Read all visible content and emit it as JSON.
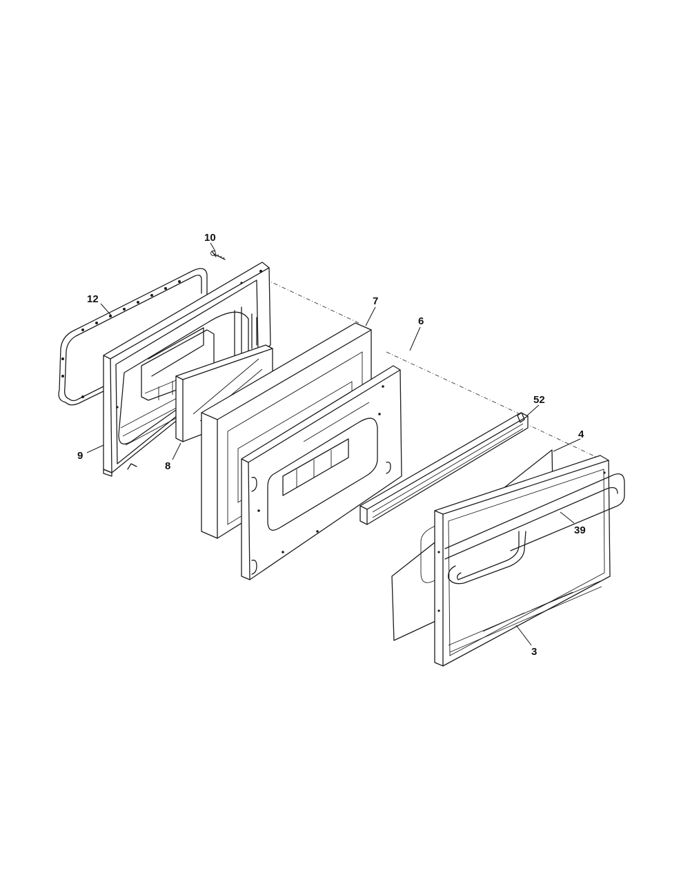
{
  "parts": [
    {
      "id": "p10",
      "label": "10",
      "name": "screw"
    },
    {
      "id": "p12",
      "label": "12",
      "name": "door-gasket"
    },
    {
      "id": "p7",
      "label": "7",
      "name": "insulation"
    },
    {
      "id": "p6",
      "label": "6",
      "name": "inner-door-panel"
    },
    {
      "id": "p52",
      "label": "52",
      "name": "door-trim-top"
    },
    {
      "id": "p4",
      "label": "4",
      "name": "glass-panel"
    },
    {
      "id": "p9",
      "label": "9",
      "name": "door-liner"
    },
    {
      "id": "p8",
      "label": "8",
      "name": "window-pack"
    },
    {
      "id": "p39",
      "label": "39",
      "name": "door-handle"
    },
    {
      "id": "p3",
      "label": "3",
      "name": "outer-door"
    }
  ]
}
